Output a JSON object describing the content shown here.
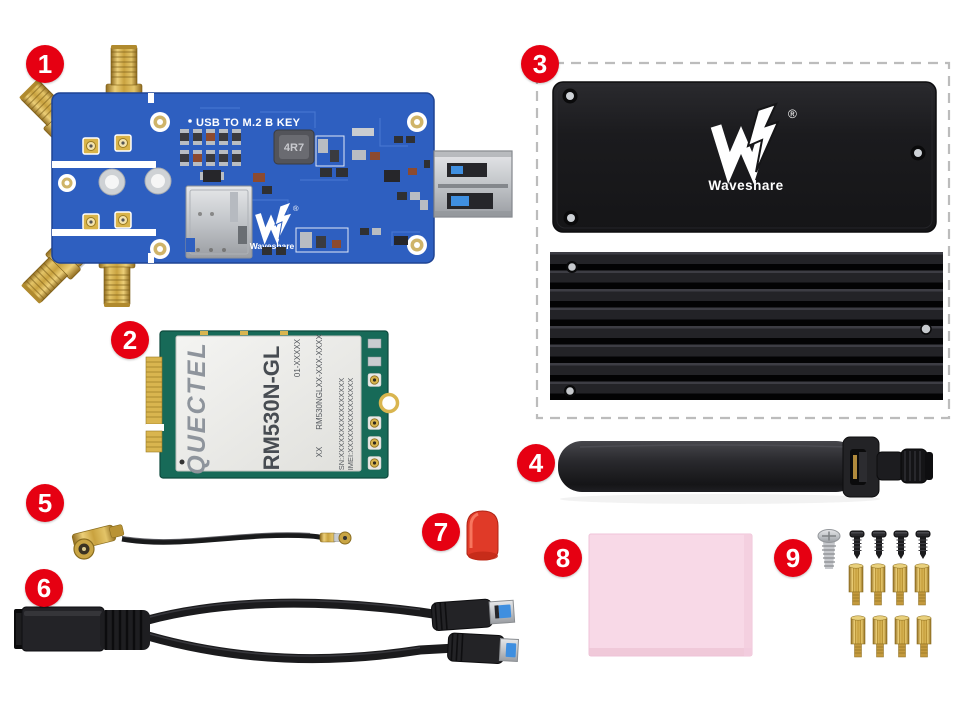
{
  "badges": [
    "1",
    "2",
    "3",
    "4",
    "5",
    "6",
    "7",
    "8",
    "9"
  ],
  "adapter_board": {
    "silkscreen_title": "USB TO M.2 B KEY",
    "inductor_label": "4R7",
    "brand": "Waveshare",
    "registered_mark": "®"
  },
  "enclosure": {
    "brand": "Waveshare",
    "registered_mark": "®"
  },
  "modem_module": {
    "brand": "QUECTEL",
    "model": "RM530N-GL",
    "code_revision": "01-XXXXX",
    "code_part": "RM530NGLXX-XXX-XXXX",
    "code_suffix": "XX",
    "serial_number": "SN:XXXXXXXXXXXXXXXX",
    "imei": "IMEI:XXXXXXXXXXXXXXX"
  },
  "colors": {
    "badge_red": "#e60012",
    "pcb_blue": "#2e5fc0",
    "module_green": "#176a58",
    "shield_silver": "#ececea",
    "thermal_pad_pink": "#f8d9e7",
    "cap_red": "#e03a28",
    "brass_gold": "#d0a94e",
    "enclosure_black": "#1d1d1f",
    "usb_blue": "#3f8fe0"
  }
}
